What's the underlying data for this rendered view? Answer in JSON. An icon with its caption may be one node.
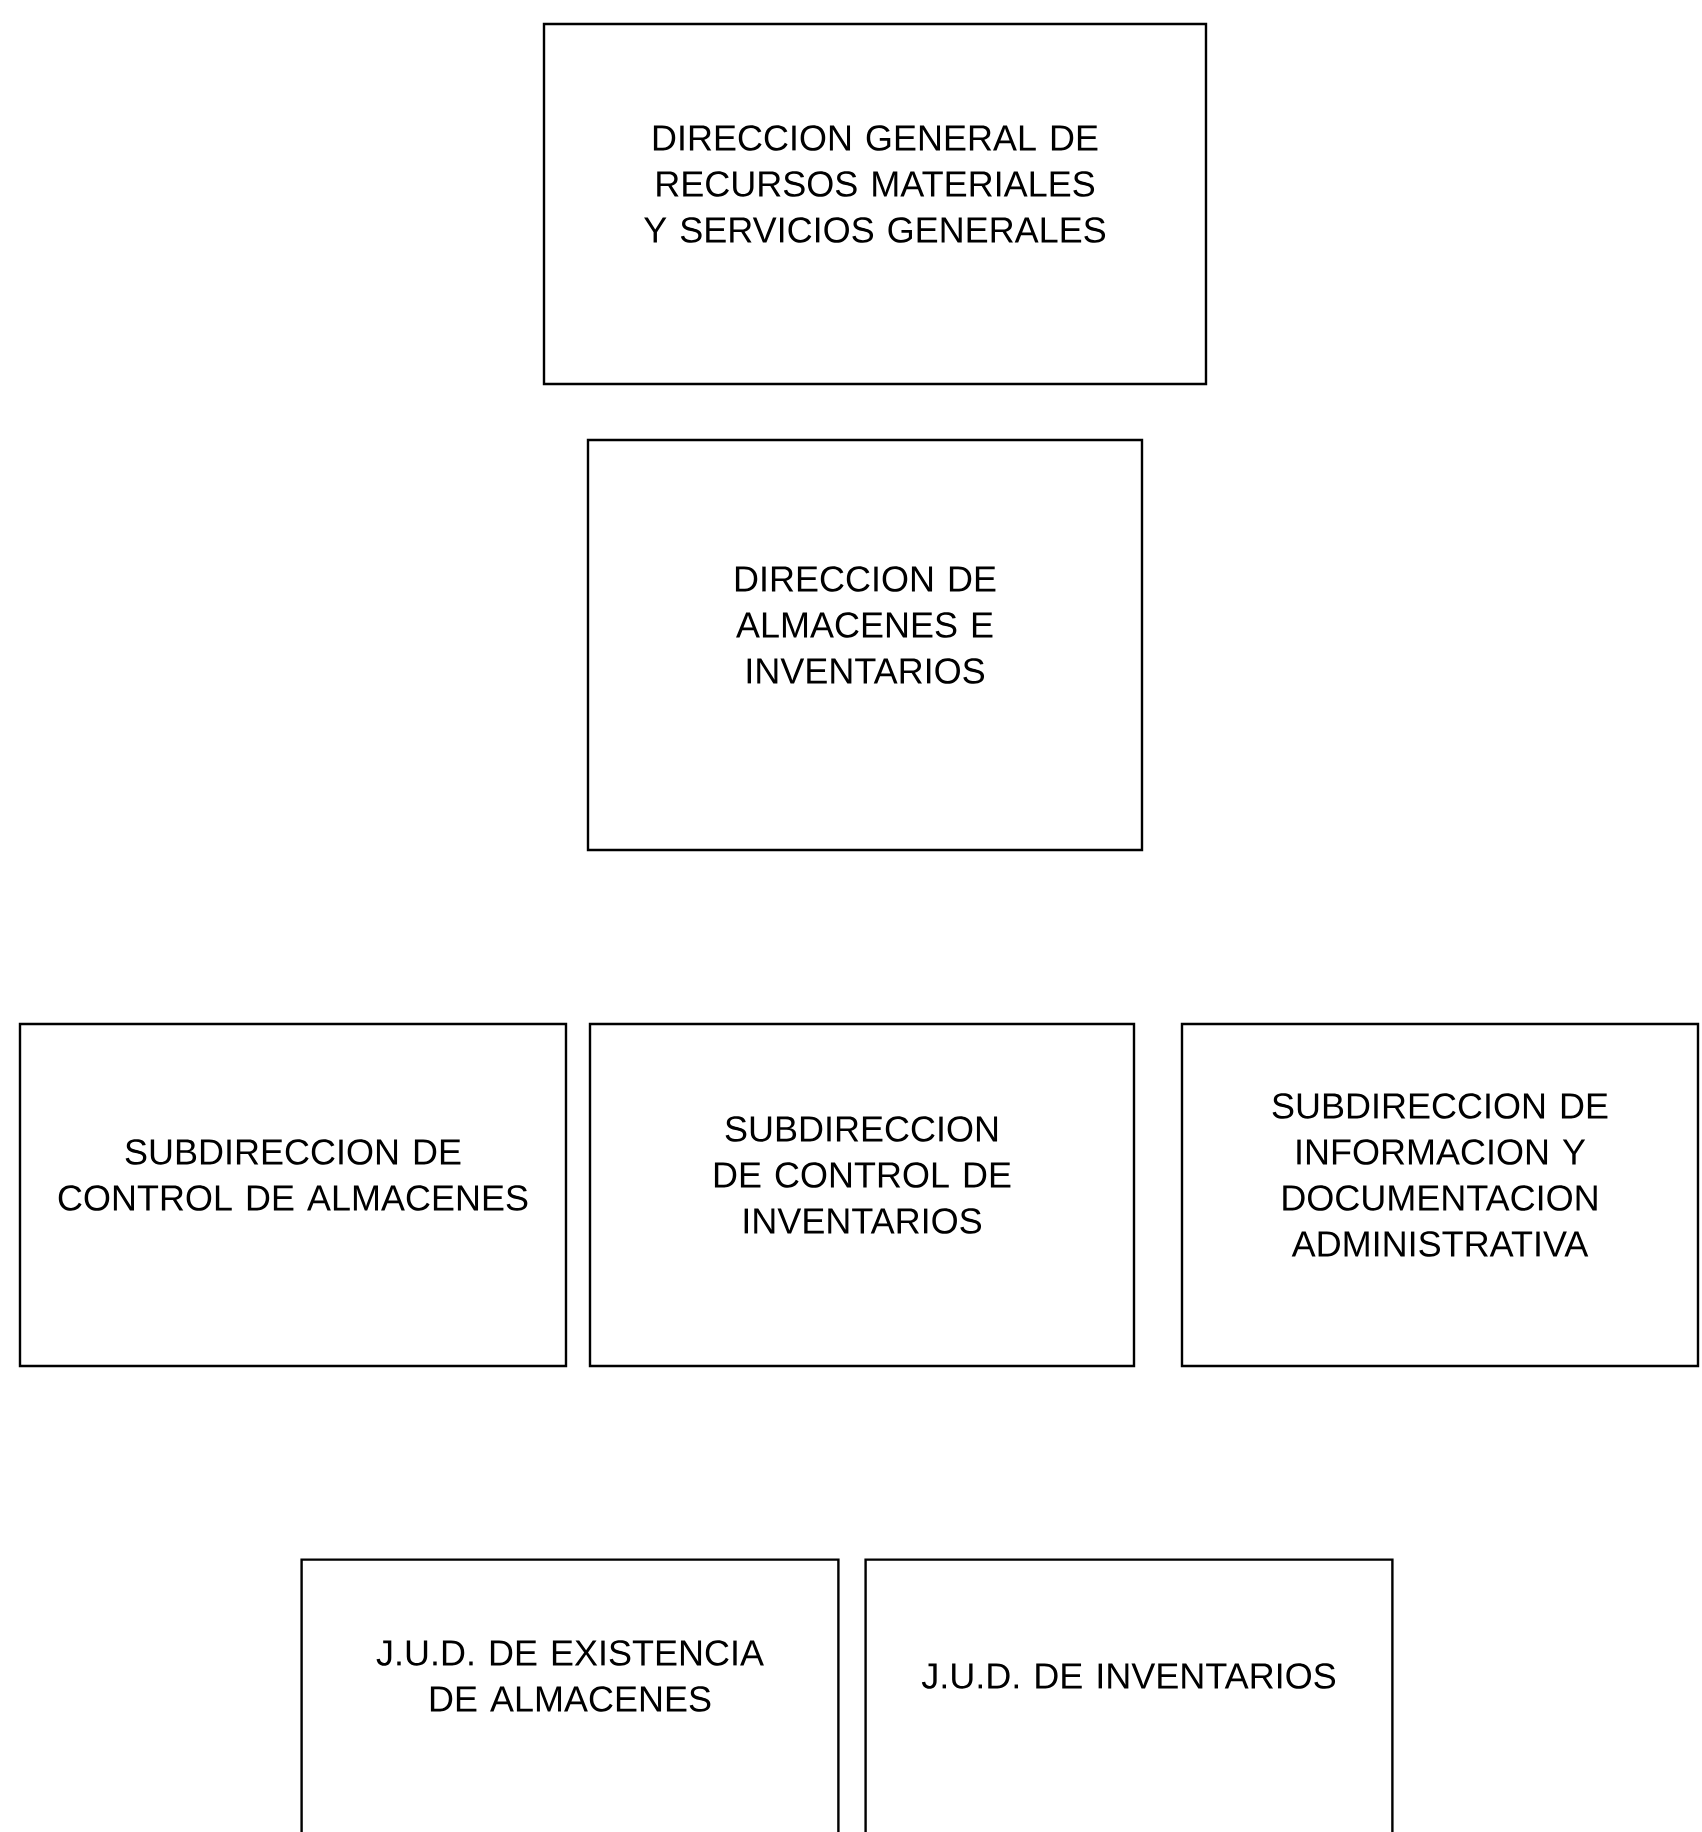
{
  "diagram": {
    "nodes": [
      {
        "text": [
          "DIRECCION GENERAL DE RECURSOS MATERIALES Y SERVICIOS GENERALES"
        ]
      },
      {
        "text": [
          "DIRECCION DE ALMACENES E INVENTARIOS"
        ]
      },
      {
        "text": [
          "SUBDIRECCION DE CONTROL DE ALMACENES"
        ]
      },
      {
        "text": [
          "SUBDIRECCION DE CONTROL DE INVENTARIOS"
        ]
      },
      {
        "text": [
          "SUBDIRECCION DE INFORMACION Y DOCUMENTACION ADMINISTRATIVA"
        ]
      },
      {
        "text": [
          "J.U.D. DE EXISTENCIA DE ALMACENES"
        ]
      },
      {
        "text": [
          "J.U.D. DE INVENTARIOS"
        ]
      }
    ]
  }
}
